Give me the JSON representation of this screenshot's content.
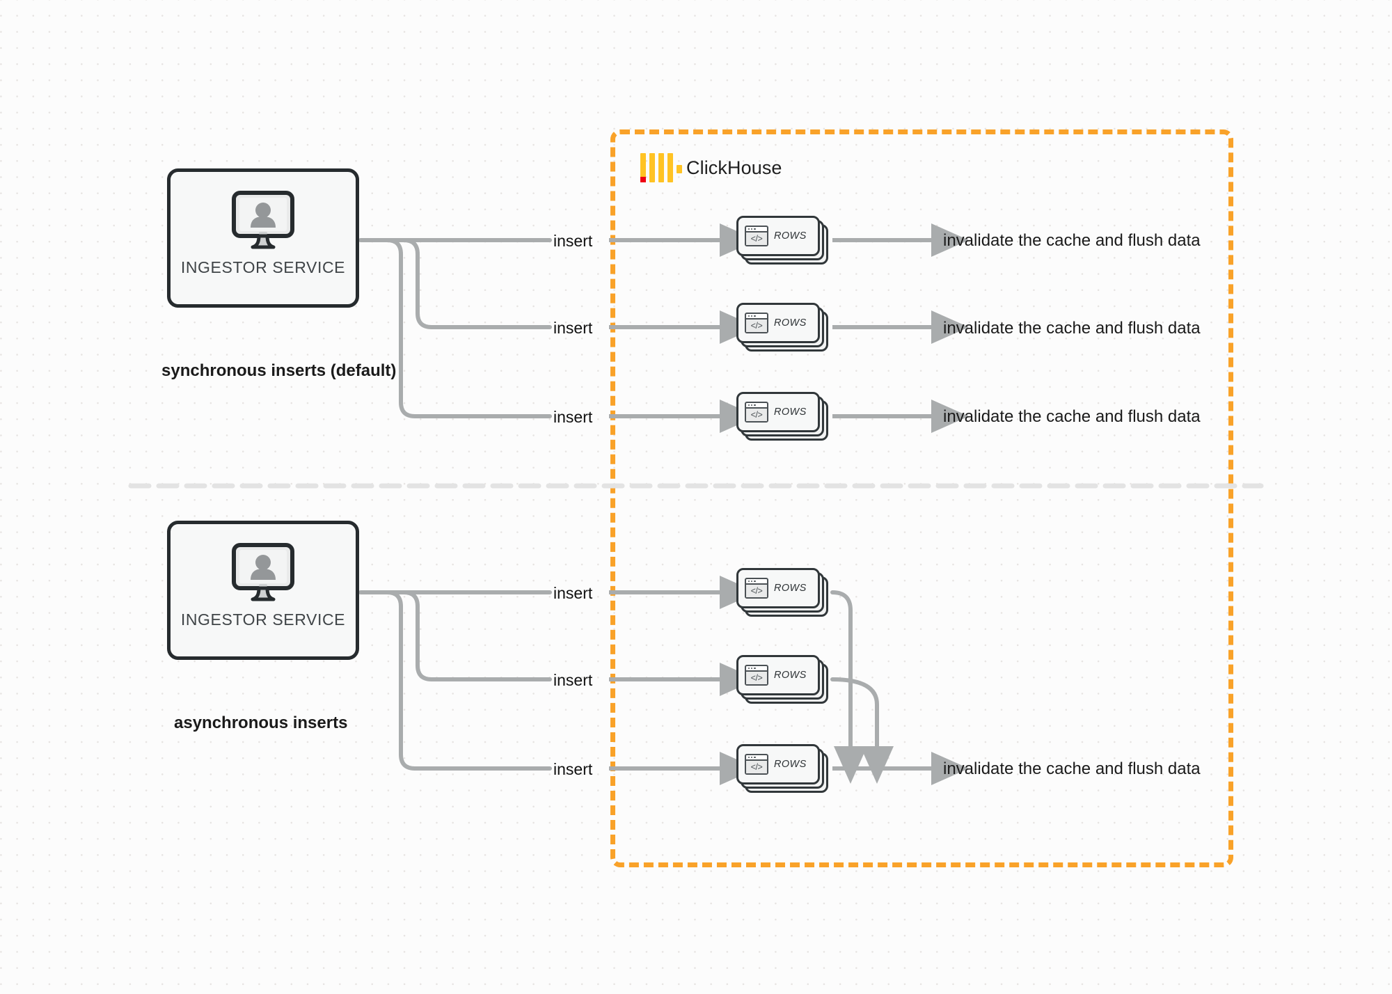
{
  "diagram": {
    "title": "ClickHouse synchronous vs asynchronous inserts",
    "colors": {
      "accent_orange": "#f9a229",
      "logo_yellow": "#ffc324",
      "logo_red": "#ef0013",
      "wire_gray": "#a9acad",
      "node_border": "#262b2e",
      "canvas_bg": "#fcfcfc"
    }
  },
  "clickhouse_zone": {
    "name": "ClickHouse",
    "logo_icon": "clickhouse-logo-icon"
  },
  "groups": [
    {
      "id": "synchronous",
      "label": "synchronous inserts (default)",
      "source": {
        "caption": "INGESTOR SERVICE",
        "icon": "monitor-user-icon"
      },
      "edges": [
        {
          "label": "insert"
        },
        {
          "label": "insert"
        },
        {
          "label": "insert"
        }
      ],
      "targets": [
        {
          "label": "ROWS",
          "icon": "code-window-icon"
        },
        {
          "label": "ROWS",
          "icon": "code-window-icon"
        },
        {
          "label": "ROWS",
          "icon": "code-window-icon"
        }
      ],
      "sinks": [
        {
          "label": "invalidate the cache and flush data"
        },
        {
          "label": "invalidate the cache and flush data"
        },
        {
          "label": "invalidate the cache and flush data"
        }
      ]
    },
    {
      "id": "asynchronous",
      "label": "asynchronous inserts",
      "source": {
        "caption": "INGESTOR SERVICE",
        "icon": "monitor-user-icon"
      },
      "edges": [
        {
          "label": "insert"
        },
        {
          "label": "insert"
        },
        {
          "label": "insert"
        }
      ],
      "targets": [
        {
          "label": "ROWS",
          "icon": "code-window-icon"
        },
        {
          "label": "ROWS",
          "icon": "code-window-icon"
        },
        {
          "label": "ROWS",
          "icon": "code-window-icon"
        }
      ],
      "sinks": [
        {
          "label": "invalidate the cache and flush data"
        }
      ]
    }
  ]
}
